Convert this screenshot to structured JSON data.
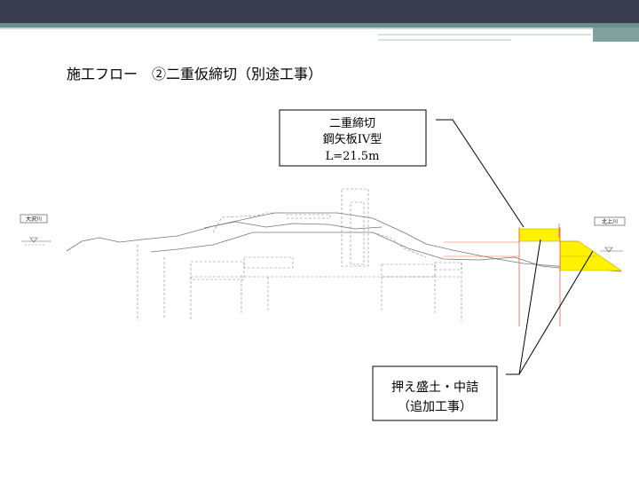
{
  "slide": {
    "title": "施工フロー　②二重仮締切（別途工事）"
  },
  "callouts": {
    "top": {
      "line1": "二重締切",
      "line2": "鋼矢板IV型",
      "line3": "L=21.5m"
    },
    "bottom": {
      "line1": "押え盛土・中詰",
      "line2": "（追加工事）"
    }
  },
  "rivers": {
    "left": "大沢川",
    "right": "北上川"
  },
  "colors": {
    "header_dark": "#3a3d4f",
    "header_teal": "#6b8f8c",
    "fill_yellow": "#fff200",
    "pile_red": "#e8604c"
  }
}
